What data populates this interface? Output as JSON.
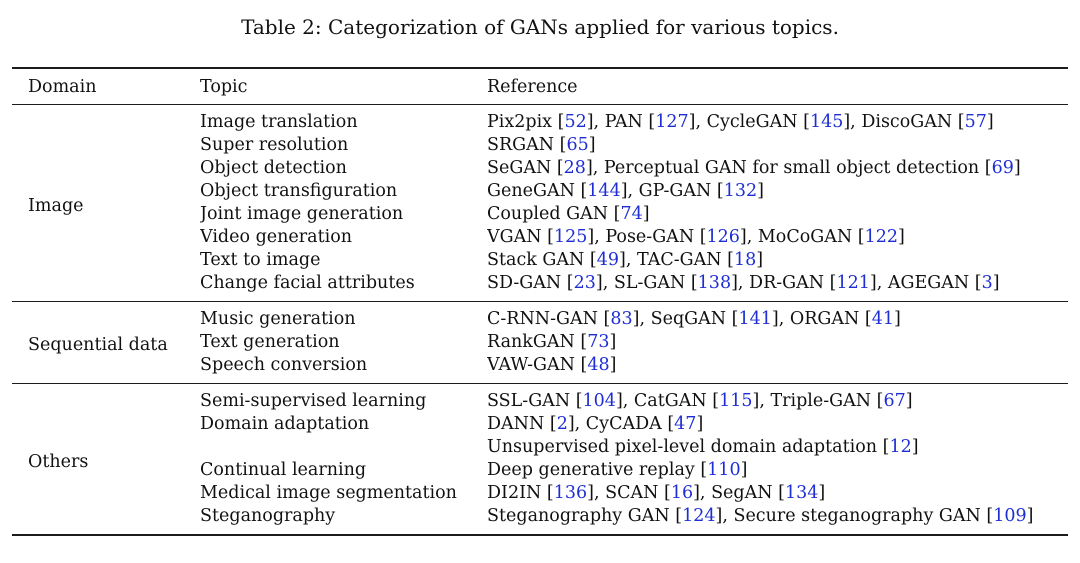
{
  "title": "Table 2: Categorization of GANs applied for various topics.",
  "colors": {
    "citation": "#1f2ed4",
    "text": "#111111",
    "rule": "#1c1c1c",
    "background": "#ffffff"
  },
  "table": {
    "columns": [
      "Domain",
      "Topic",
      "Reference"
    ],
    "sections": [
      {
        "domain": "Image",
        "rows": [
          {
            "topic": "Image translation",
            "refs": [
              {
                "name": "Pix2pix",
                "cite": "52"
              },
              {
                "name": "PAN",
                "cite": "127"
              },
              {
                "name": "CycleGAN",
                "cite": "145"
              },
              {
                "name": "DiscoGAN",
                "cite": "57"
              }
            ]
          },
          {
            "topic": "Super resolution",
            "refs": [
              {
                "name": "SRGAN",
                "cite": "65"
              }
            ]
          },
          {
            "topic": "Object detection",
            "refs": [
              {
                "name": "SeGAN",
                "cite": "28"
              },
              {
                "name": "Perceptual GAN for small object detection",
                "cite": "69"
              }
            ]
          },
          {
            "topic": "Object transfiguration",
            "refs": [
              {
                "name": "GeneGAN",
                "cite": "144"
              },
              {
                "name": "GP-GAN",
                "cite": "132"
              }
            ]
          },
          {
            "topic": "Joint image generation",
            "refs": [
              {
                "name": "Coupled GAN",
                "cite": "74"
              }
            ]
          },
          {
            "topic": "Video generation",
            "refs": [
              {
                "name": "VGAN",
                "cite": "125"
              },
              {
                "name": "Pose-GAN",
                "cite": "126"
              },
              {
                "name": "MoCoGAN",
                "cite": "122"
              }
            ]
          },
          {
            "topic": "Text to image",
            "refs": [
              {
                "name": "Stack GAN",
                "cite": "49"
              },
              {
                "name": "TAC-GAN",
                "cite": "18"
              }
            ]
          },
          {
            "topic": "Change facial attributes",
            "refs": [
              {
                "name": "SD-GAN",
                "cite": "23"
              },
              {
                "name": "SL-GAN",
                "cite": "138"
              },
              {
                "name": "DR-GAN",
                "cite": "121"
              },
              {
                "name": "AGEGAN",
                "cite": "3"
              }
            ]
          }
        ]
      },
      {
        "domain": "Sequential data",
        "rows": [
          {
            "topic": "Music generation",
            "refs": [
              {
                "name": "C-RNN-GAN",
                "cite": "83"
              },
              {
                "name": "SeqGAN",
                "cite": "141"
              },
              {
                "name": "ORGAN",
                "cite": "41"
              }
            ]
          },
          {
            "topic": "Text generation",
            "refs": [
              {
                "name": "RankGAN",
                "cite": "73"
              }
            ]
          },
          {
            "topic": "Speech conversion",
            "refs": [
              {
                "name": "VAW-GAN",
                "cite": "48"
              }
            ]
          }
        ]
      },
      {
        "domain": "Others",
        "rows": [
          {
            "topic": "Semi-supervised learning",
            "refs": [
              {
                "name": "SSL-GAN",
                "cite": "104"
              },
              {
                "name": "CatGAN",
                "cite": "115"
              },
              {
                "name": "Triple-GAN",
                "cite": "67"
              }
            ]
          },
          {
            "topic": "Domain adaptation",
            "refs": [
              {
                "name": "DANN",
                "cite": "2"
              },
              {
                "name": "CyCADA",
                "cite": "47"
              }
            ]
          },
          {
            "topic": "",
            "refs": [
              {
                "name": "Unsupervised pixel-level domain adaptation",
                "cite": "12"
              }
            ]
          },
          {
            "topic": "Continual learning",
            "refs": [
              {
                "name": "Deep generative replay",
                "cite": "110"
              }
            ]
          },
          {
            "topic": "Medical image segmentation",
            "refs": [
              {
                "name": "DI2IN",
                "cite": "136"
              },
              {
                "name": "SCAN",
                "cite": "16"
              },
              {
                "name": "SegAN",
                "cite": "134"
              }
            ]
          },
          {
            "topic": "Steganography",
            "refs": [
              {
                "name": "Steganography GAN",
                "cite": "124"
              },
              {
                "name": "Secure steganography GAN",
                "cite": "109"
              }
            ]
          }
        ]
      }
    ]
  }
}
